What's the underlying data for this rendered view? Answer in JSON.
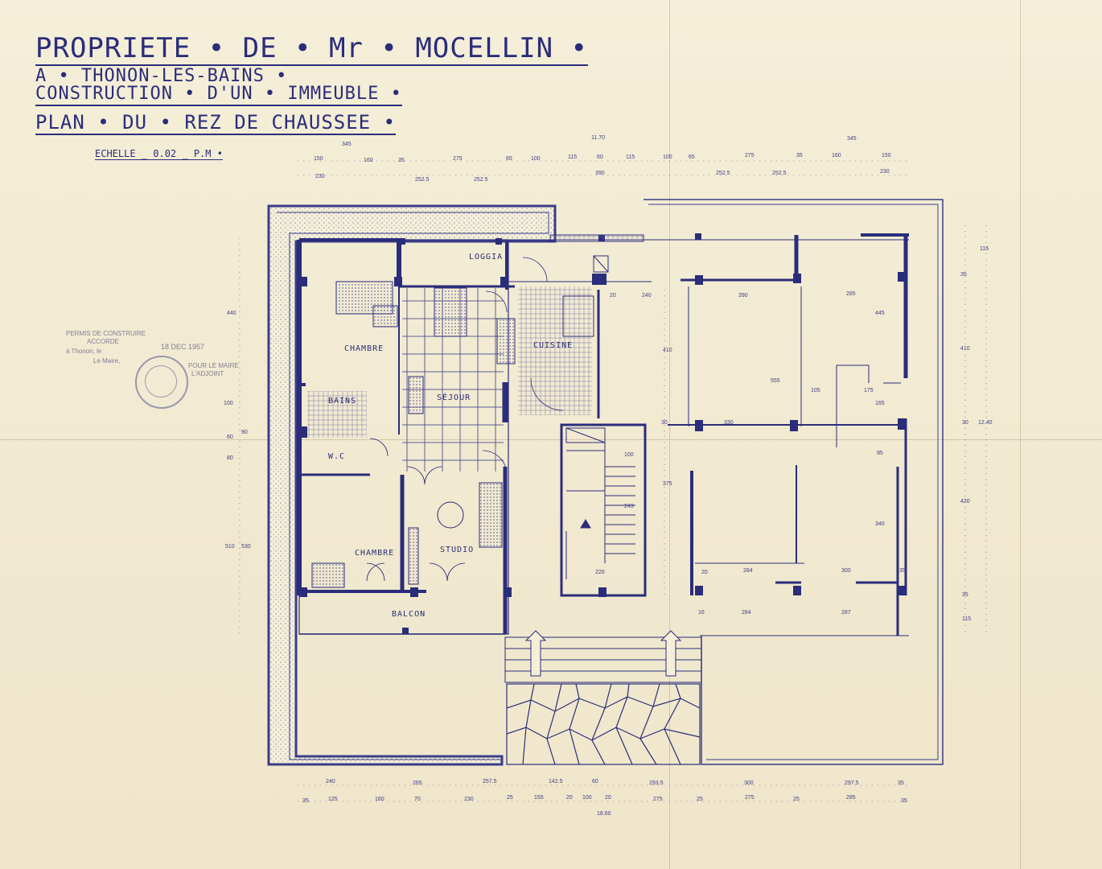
{
  "title": {
    "line1": "PROPRIETE • DE • Mr • MOCELLIN •",
    "line2": "A • THONON-LES-BAINS •",
    "line3": "CONSTRUCTION • D'UN • IMMEUBLE •",
    "line4": "PLAN • DU • REZ DE CHAUSSEE •",
    "scale": "ECHELLE _ 0.02 _ P.M •"
  },
  "stamp": {
    "line1": "PERMIS DE CONSTRUIRE",
    "line2": "ACCORDE",
    "line3": "à Thonon, le",
    "date": "18 DEC 1957",
    "line4": "Le Maire,",
    "line5": "POUR LE MAIRE",
    "line6": "L'ADJOINT"
  },
  "rooms": {
    "loggia": "LOGGIA",
    "chambre1": "CHAMBRE",
    "bains": "BAINS",
    "sejour": "SÉJOUR",
    "cuisine": "CUISINE",
    "wc": "W.C",
    "chambre2": "CHAMBRE",
    "studio": "STUDIO",
    "balcon": "BALCON"
  },
  "dims_top": {
    "total": "11.70",
    "d1": "345",
    "d2": "150",
    "d3": "160",
    "d4": "35",
    "d5": "275",
    "d6": "65",
    "d7": "100",
    "d8": "115",
    "d9": "60",
    "d10": "115",
    "d11": "100",
    "d12": "65",
    "d13": "275",
    "d14": "35",
    "d15": "160",
    "d16": "150",
    "d17": "345",
    "e1": "230",
    "e2": "252.5",
    "e3": "252.5",
    "e4": "390",
    "e5": "252.5",
    "e6": "252.5",
    "e7": "230"
  },
  "dims_bottom": {
    "total": "18.60",
    "a1": "240",
    "a2": "265",
    "a3": "257.5",
    "a4": "142.5",
    "a5": "60",
    "a6": "293.5",
    "a7": "300",
    "a8": "297.5",
    "a9": "35",
    "b1": "35",
    "b2": "125",
    "b3": "160",
    "b4": "70",
    "b5": "230",
    "b6": "25",
    "b7": "155",
    "b8": "20",
    "b9": "100",
    "b10": "20",
    "b11": "275",
    "b12": "25",
    "b13": "275",
    "b14": "25",
    "b15": "285",
    "b16": "35"
  },
  "dims_left": {
    "l1": "440",
    "l2": "100",
    "l3": "90",
    "l4": "60",
    "l5": "80",
    "l6": "510",
    "l7": "530"
  },
  "dims_right": {
    "r1": "115",
    "r2": "35",
    "r3": "410",
    "r4": "30",
    "r5": "12.40",
    "r6": "420",
    "r7": "35",
    "r8": "115"
  },
  "dims_inner": {
    "i1": "20",
    "i2": "240",
    "i3": "390",
    "i4": "285",
    "i5": "445",
    "i6": "410",
    "i7": "555",
    "i8": "105",
    "i9": "175",
    "i10": "165",
    "i11": "330",
    "i12": "30",
    "i13": "100",
    "i14": "95",
    "i15": "375",
    "i16": "243",
    "i17": "340",
    "i18": "220",
    "i19": "20",
    "i20": "284",
    "i21": "300",
    "i22": "35",
    "i23": "284",
    "i24": "287",
    "i25": "16"
  },
  "colors": {
    "ink": "#2a2d7a",
    "paper": "#f3ecd6"
  }
}
